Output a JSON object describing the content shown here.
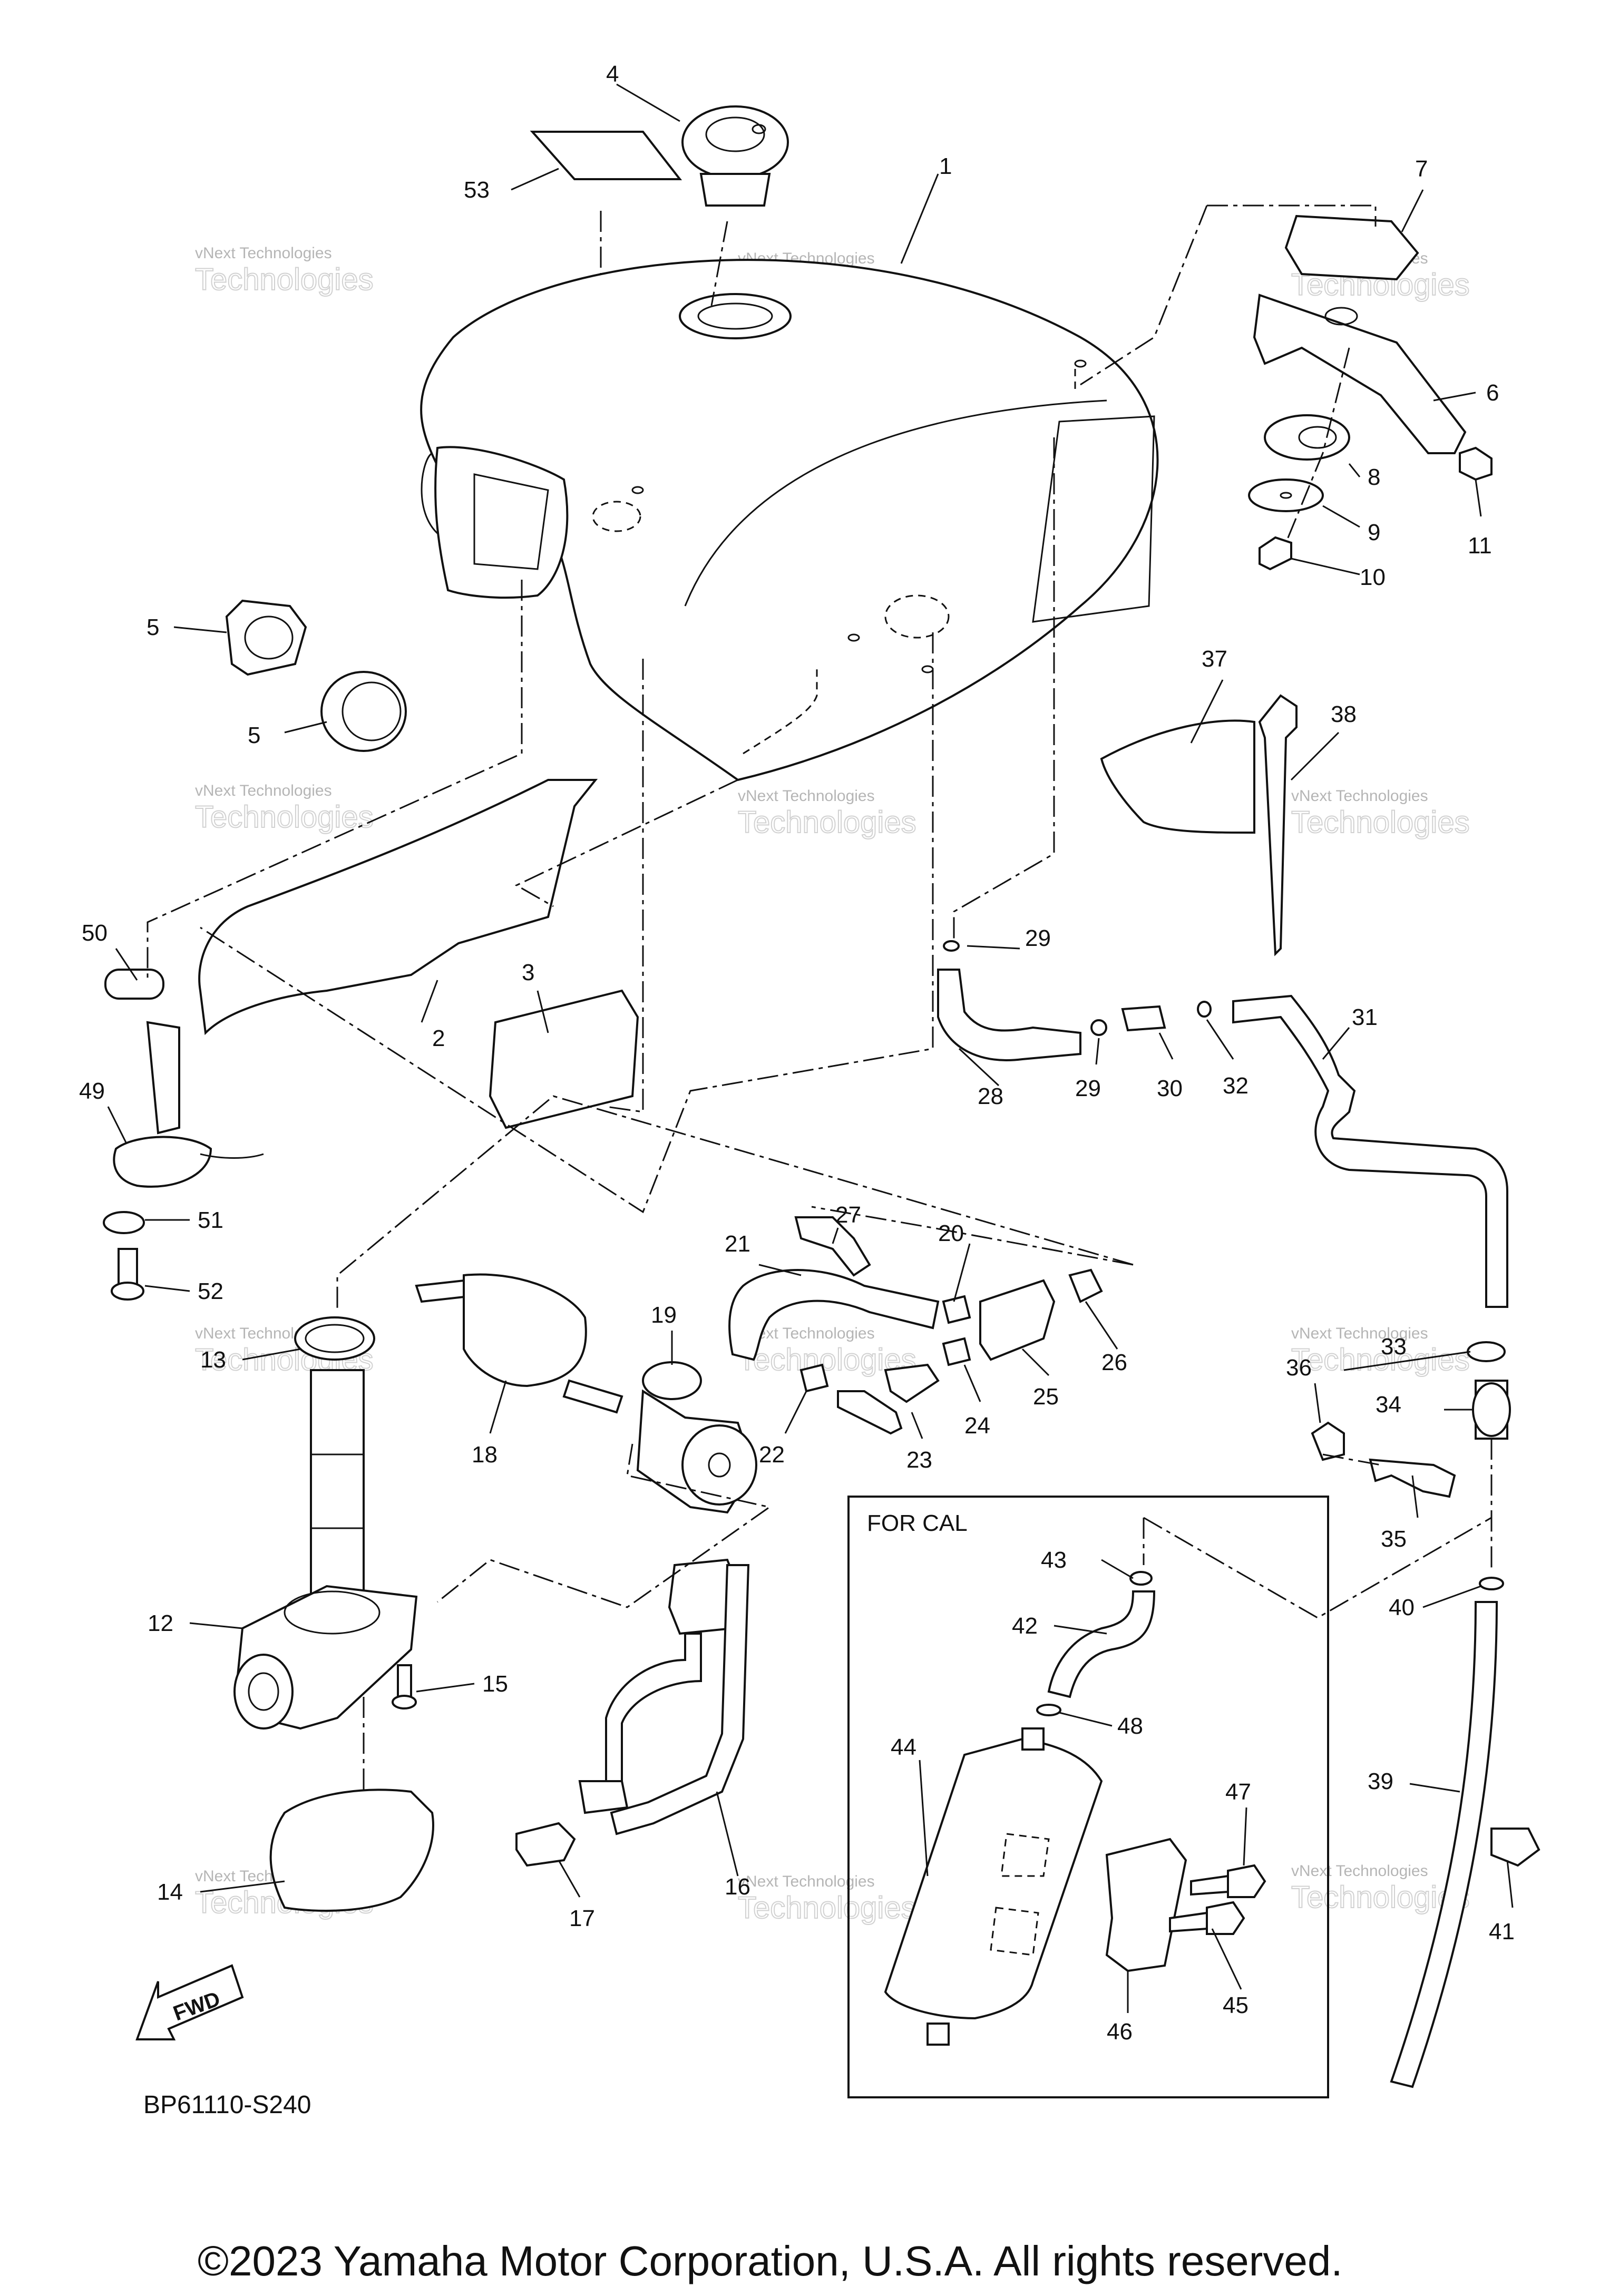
{
  "diagram_code": "BP61110-S240",
  "copyright": "©2023 Yamaha Motor Corporation, U.S.A. All rights reserved.",
  "for_cal_label": "FOR CAL",
  "fwd_label": "FWD",
  "watermark_line1": "vNext Technologies",
  "watermark_line2": "Technologies",
  "parts": [
    {
      "id": "1",
      "text": "1"
    },
    {
      "id": "2",
      "text": "2"
    },
    {
      "id": "3",
      "text": "3"
    },
    {
      "id": "4",
      "text": "4"
    },
    {
      "id": "5a",
      "text": "5"
    },
    {
      "id": "5b",
      "text": "5"
    },
    {
      "id": "6",
      "text": "6"
    },
    {
      "id": "7",
      "text": "7"
    },
    {
      "id": "8",
      "text": "8"
    },
    {
      "id": "9",
      "text": "9"
    },
    {
      "id": "10",
      "text": "10"
    },
    {
      "id": "11",
      "text": "11"
    },
    {
      "id": "12",
      "text": "12"
    },
    {
      "id": "13",
      "text": "13"
    },
    {
      "id": "14",
      "text": "14"
    },
    {
      "id": "15",
      "text": "15"
    },
    {
      "id": "16",
      "text": "16"
    },
    {
      "id": "17",
      "text": "17"
    },
    {
      "id": "18",
      "text": "18"
    },
    {
      "id": "19",
      "text": "19"
    },
    {
      "id": "20",
      "text": "20"
    },
    {
      "id": "21",
      "text": "21"
    },
    {
      "id": "22",
      "text": "22"
    },
    {
      "id": "23",
      "text": "23"
    },
    {
      "id": "24",
      "text": "24"
    },
    {
      "id": "25",
      "text": "25"
    },
    {
      "id": "26",
      "text": "26"
    },
    {
      "id": "27",
      "text": "27"
    },
    {
      "id": "28",
      "text": "28"
    },
    {
      "id": "29a",
      "text": "29"
    },
    {
      "id": "29b",
      "text": "29"
    },
    {
      "id": "30",
      "text": "30"
    },
    {
      "id": "31",
      "text": "31"
    },
    {
      "id": "32",
      "text": "32"
    },
    {
      "id": "33",
      "text": "33"
    },
    {
      "id": "34",
      "text": "34"
    },
    {
      "id": "35",
      "text": "35"
    },
    {
      "id": "36",
      "text": "36"
    },
    {
      "id": "37",
      "text": "37"
    },
    {
      "id": "38",
      "text": "38"
    },
    {
      "id": "39",
      "text": "39"
    },
    {
      "id": "40",
      "text": "40"
    },
    {
      "id": "41",
      "text": "41"
    },
    {
      "id": "42",
      "text": "42"
    },
    {
      "id": "43",
      "text": "43"
    },
    {
      "id": "44",
      "text": "44"
    },
    {
      "id": "45",
      "text": "45"
    },
    {
      "id": "46",
      "text": "46"
    },
    {
      "id": "47",
      "text": "47"
    },
    {
      "id": "48",
      "text": "48"
    },
    {
      "id": "49",
      "text": "49"
    },
    {
      "id": "50",
      "text": "50"
    },
    {
      "id": "51",
      "text": "51"
    },
    {
      "id": "52",
      "text": "52"
    },
    {
      "id": "53",
      "text": "53"
    }
  ]
}
